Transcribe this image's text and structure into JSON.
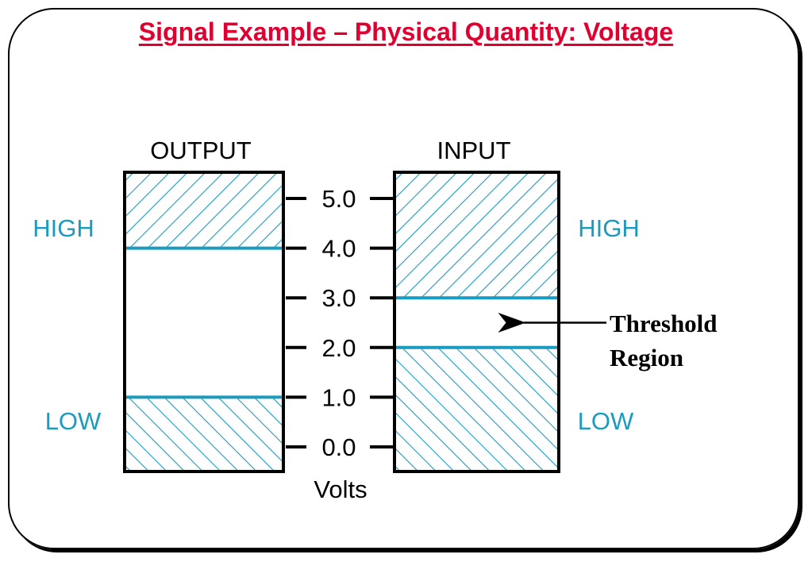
{
  "title": "Signal Example – Physical Quantity: Voltage",
  "colors": {
    "title": "#e00030",
    "accent": "#1a9bbf",
    "ink": "#000000"
  },
  "output": {
    "header": "OUTPUT",
    "high_label": "HIGH",
    "low_label": "LOW",
    "high_min_volts": 4.0,
    "low_max_volts": 1.0
  },
  "input": {
    "header": "INPUT",
    "high_label": "HIGH",
    "low_label": "LOW",
    "high_min_volts": 3.0,
    "low_max_volts": 2.0
  },
  "scale": {
    "ticks": [
      "5.0",
      "4.0",
      "3.0",
      "2.0",
      "1.0",
      "0.0"
    ],
    "unit_label": "Volts"
  },
  "annotation": {
    "line1": "Threshold",
    "line2": "Region"
  }
}
